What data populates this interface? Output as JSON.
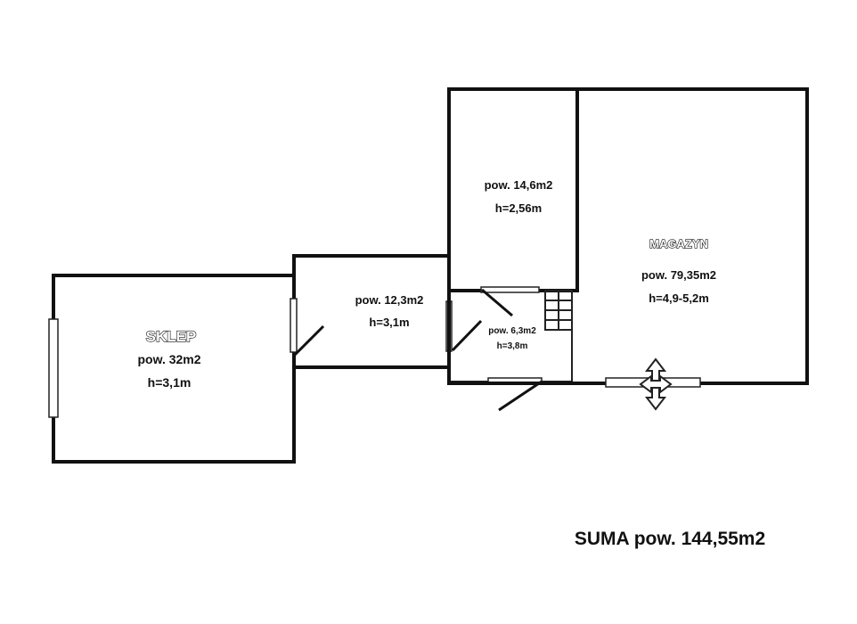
{
  "rooms": {
    "sklep": {
      "name": "SKLEP",
      "area": "pow. 32m2",
      "height": "h=3,1m"
    },
    "corridor": {
      "area": "pow. 12,3m2",
      "height": "h=3,1m"
    },
    "upper": {
      "area": "pow. 14,6m2",
      "height": "h=2,56m"
    },
    "small": {
      "area": "pow. 6,3m2",
      "height": "h=3,8m"
    },
    "magazyn": {
      "name": "MAGAZYN",
      "area": "pow. 79,35m2",
      "height": "h=4,9-5,2m"
    }
  },
  "summary": {
    "total": "SUMA pow. 144,55m2"
  },
  "icons": {
    "entrance": "double-arrow-icon",
    "stairs": "stairs-icon"
  }
}
